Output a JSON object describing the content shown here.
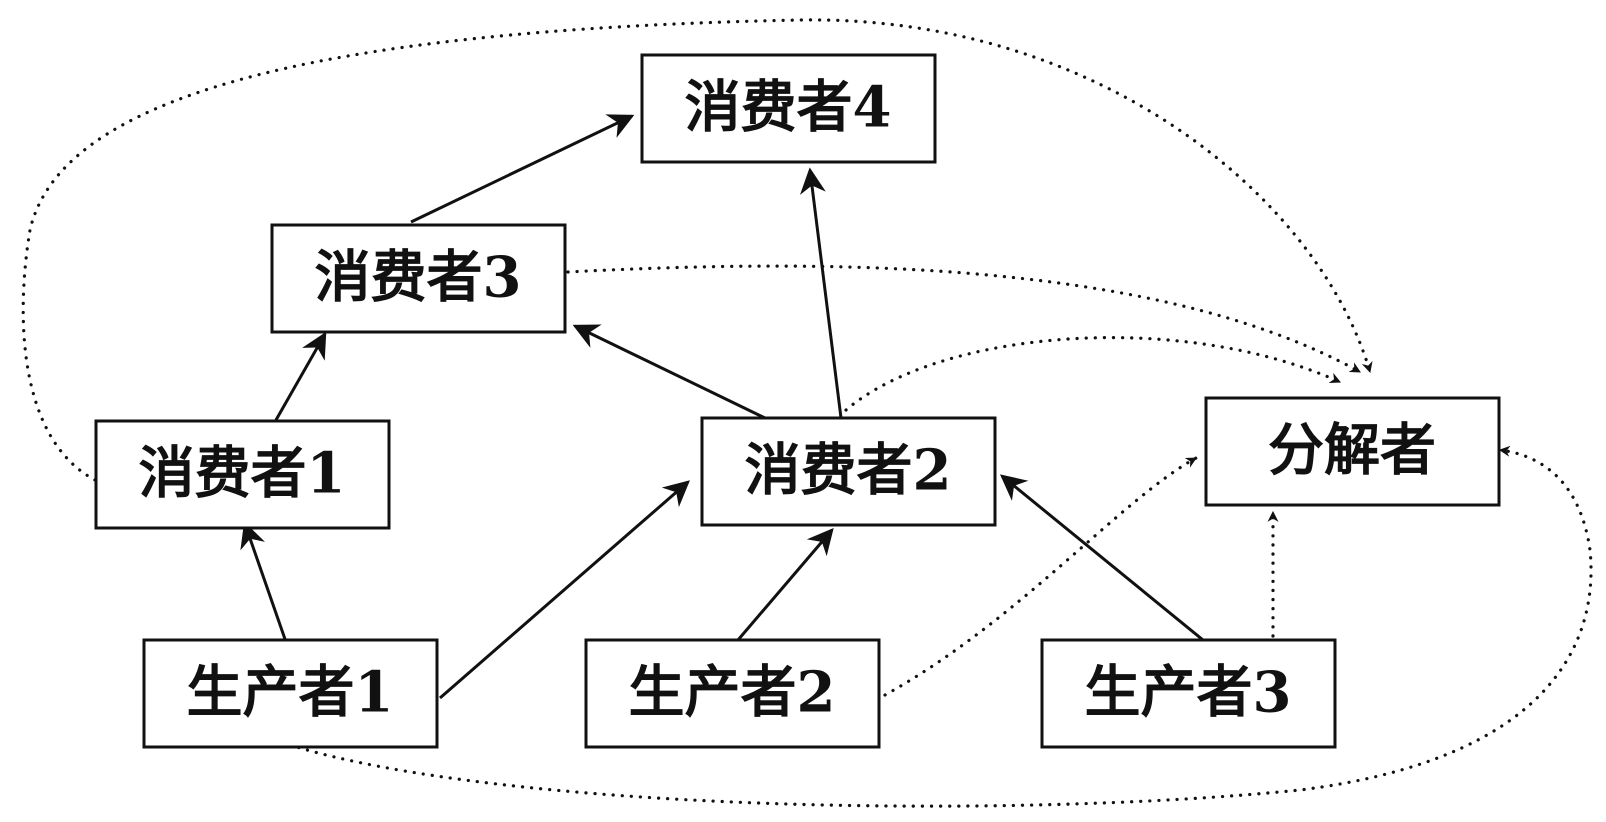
{
  "nodes": {
    "consumer4": {
      "label": "消费者4"
    },
    "consumer3": {
      "label": "消费者3"
    },
    "consumer1": {
      "label": "消费者1"
    },
    "consumer2": {
      "label": "消费者2"
    },
    "decomposer": {
      "label": "分解者"
    },
    "producer1": {
      "label": "生产者1"
    },
    "producer2": {
      "label": "生产者2"
    },
    "producer3": {
      "label": "生产者3"
    }
  },
  "edges": {
    "solid": [
      {
        "from": "producer1",
        "to": "consumer1"
      },
      {
        "from": "producer1",
        "to": "consumer2"
      },
      {
        "from": "producer2",
        "to": "consumer2"
      },
      {
        "from": "producer3",
        "to": "consumer2"
      },
      {
        "from": "consumer1",
        "to": "consumer3"
      },
      {
        "from": "consumer2",
        "to": "consumer3"
      },
      {
        "from": "consumer2",
        "to": "consumer4"
      },
      {
        "from": "consumer3",
        "to": "consumer4"
      }
    ],
    "dotted": [
      {
        "from": "consumer1",
        "to": "decomposer"
      },
      {
        "from": "consumer3",
        "to": "decomposer"
      },
      {
        "from": "consumer2",
        "to": "decomposer"
      },
      {
        "from": "producer2",
        "to": "decomposer"
      },
      {
        "from": "producer3",
        "to": "decomposer"
      },
      {
        "from": "producer1",
        "to": "decomposer"
      }
    ]
  }
}
